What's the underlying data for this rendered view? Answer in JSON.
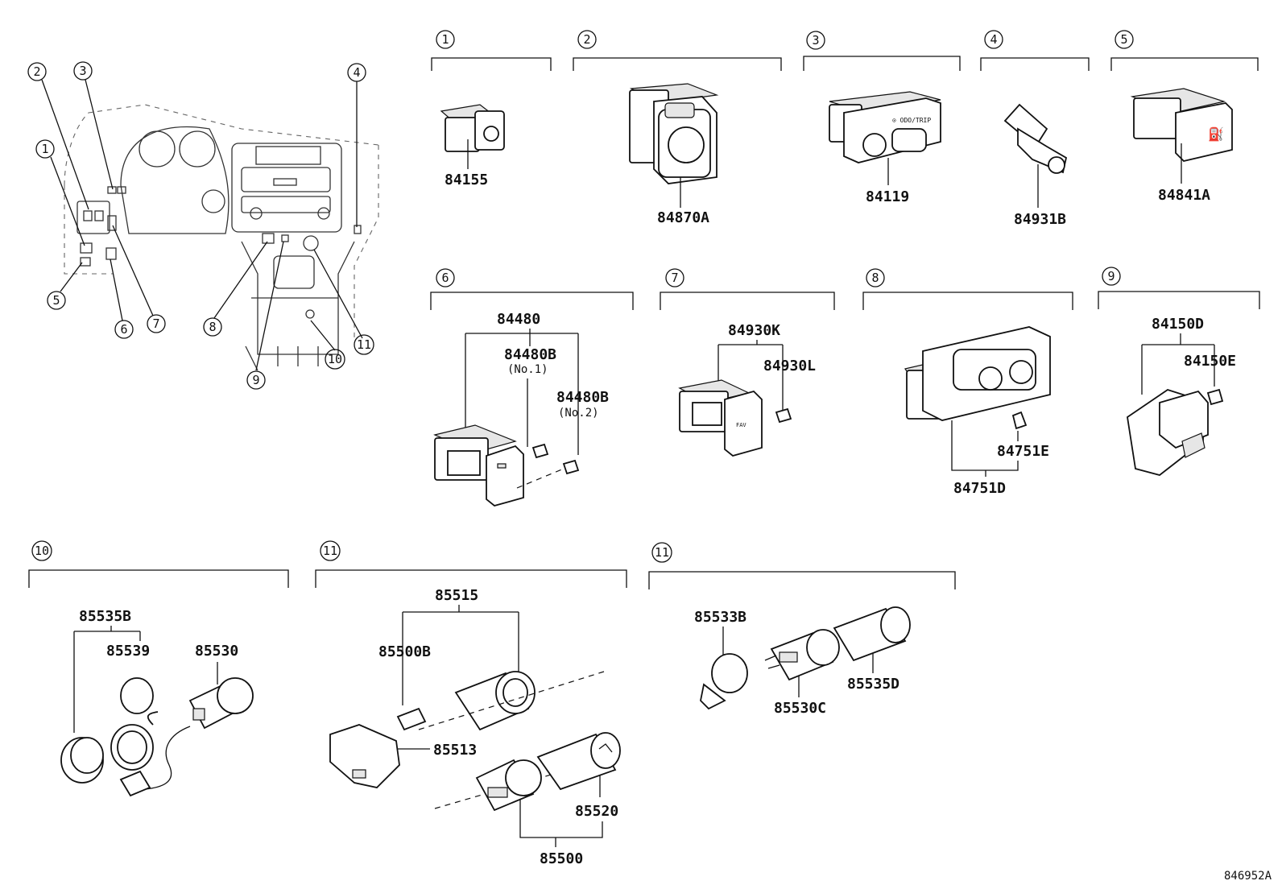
{
  "figure_code": "846952A",
  "overview": {
    "callouts": [
      "2",
      "3",
      "4",
      "1",
      "5",
      "6",
      "7",
      "8",
      "9",
      "10",
      "11"
    ]
  },
  "sections": [
    {
      "num": "1",
      "parts": [
        "84155"
      ]
    },
    {
      "num": "2",
      "parts": [
        "84870A"
      ]
    },
    {
      "num": "3",
      "parts": [
        "84119"
      ]
    },
    {
      "num": "4",
      "parts": [
        "84931B"
      ]
    },
    {
      "num": "5",
      "parts": [
        "84841A"
      ]
    },
    {
      "num": "6",
      "parts": [
        "84480",
        "84480B",
        "(No.1)",
        "84480B",
        "(No.2)"
      ]
    },
    {
      "num": "7",
      "parts": [
        "84930K",
        "84930L"
      ]
    },
    {
      "num": "8",
      "parts": [
        "84751E",
        "84751D"
      ]
    },
    {
      "num": "9",
      "parts": [
        "84150D",
        "84150E"
      ]
    },
    {
      "num": "10",
      "parts": [
        "85535B",
        "85539",
        "85530"
      ]
    },
    {
      "num": "11",
      "parts": [
        "85515",
        "85500B",
        "85513",
        "85520",
        "85500"
      ]
    },
    {
      "num": "11",
      "parts": [
        "85533B",
        "85530C",
        "85535D"
      ]
    }
  ]
}
